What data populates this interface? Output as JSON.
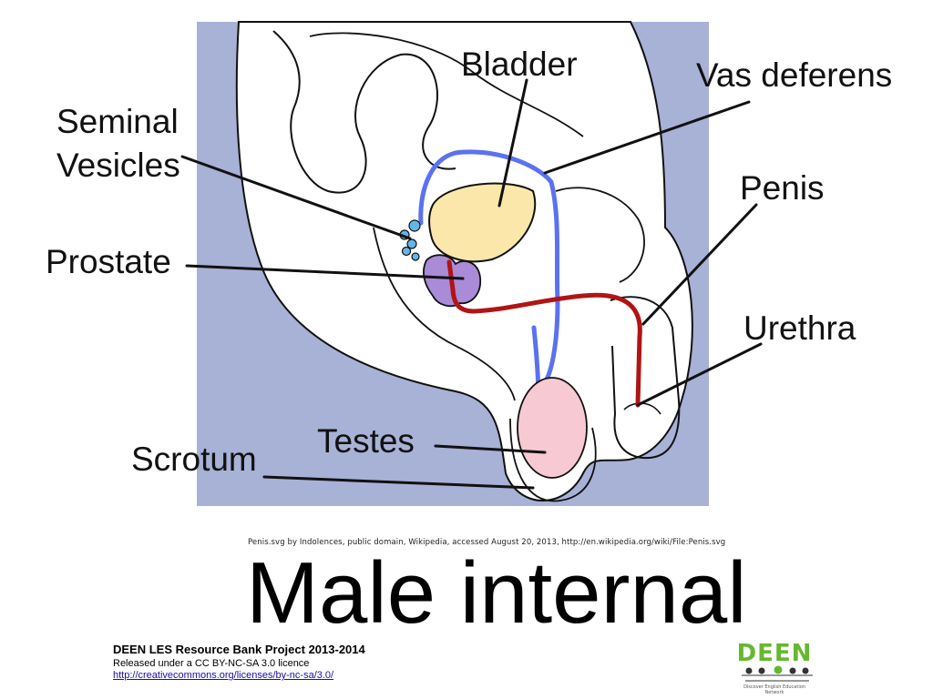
{
  "colors": {
    "background": "#a8b1d6",
    "bladder": "#fbe7a9",
    "prostate": "#a98bd7",
    "seminal_vesicles": "#64b6e6",
    "vas_deferens": "#5b72f0",
    "urethra": "#b01414",
    "testes": "#f7c9d3",
    "outline": "#111111",
    "logo_green": "#66b82e"
  },
  "labels": {
    "bladder": "Bladder",
    "vas_deferens": "Vas deferens",
    "seminal_vesicles_line1": "Seminal",
    "seminal_vesicles_line2": "Vesicles",
    "penis": "Penis",
    "prostate": "Prostate",
    "urethra": "Urethra",
    "testes": "Testes",
    "scrotum": "Scrotum"
  },
  "credit": "Penis.svg by Indolences, public domain, Wikipedia, accessed August 20, 2013, http://en.wikipedia.org/wiki/File:Penis.svg",
  "title": "Male internal",
  "footer": {
    "project": "DEEN LES Resource Bank Project 2013-2014",
    "licence": "Released under a CC BY-NC-SA 3.0 licence",
    "link": "http://creativecommons.org/licenses/by-nc-sa/3.0/"
  },
  "logo": {
    "text": "DEEN",
    "tagline": "Discover English Education Network"
  }
}
